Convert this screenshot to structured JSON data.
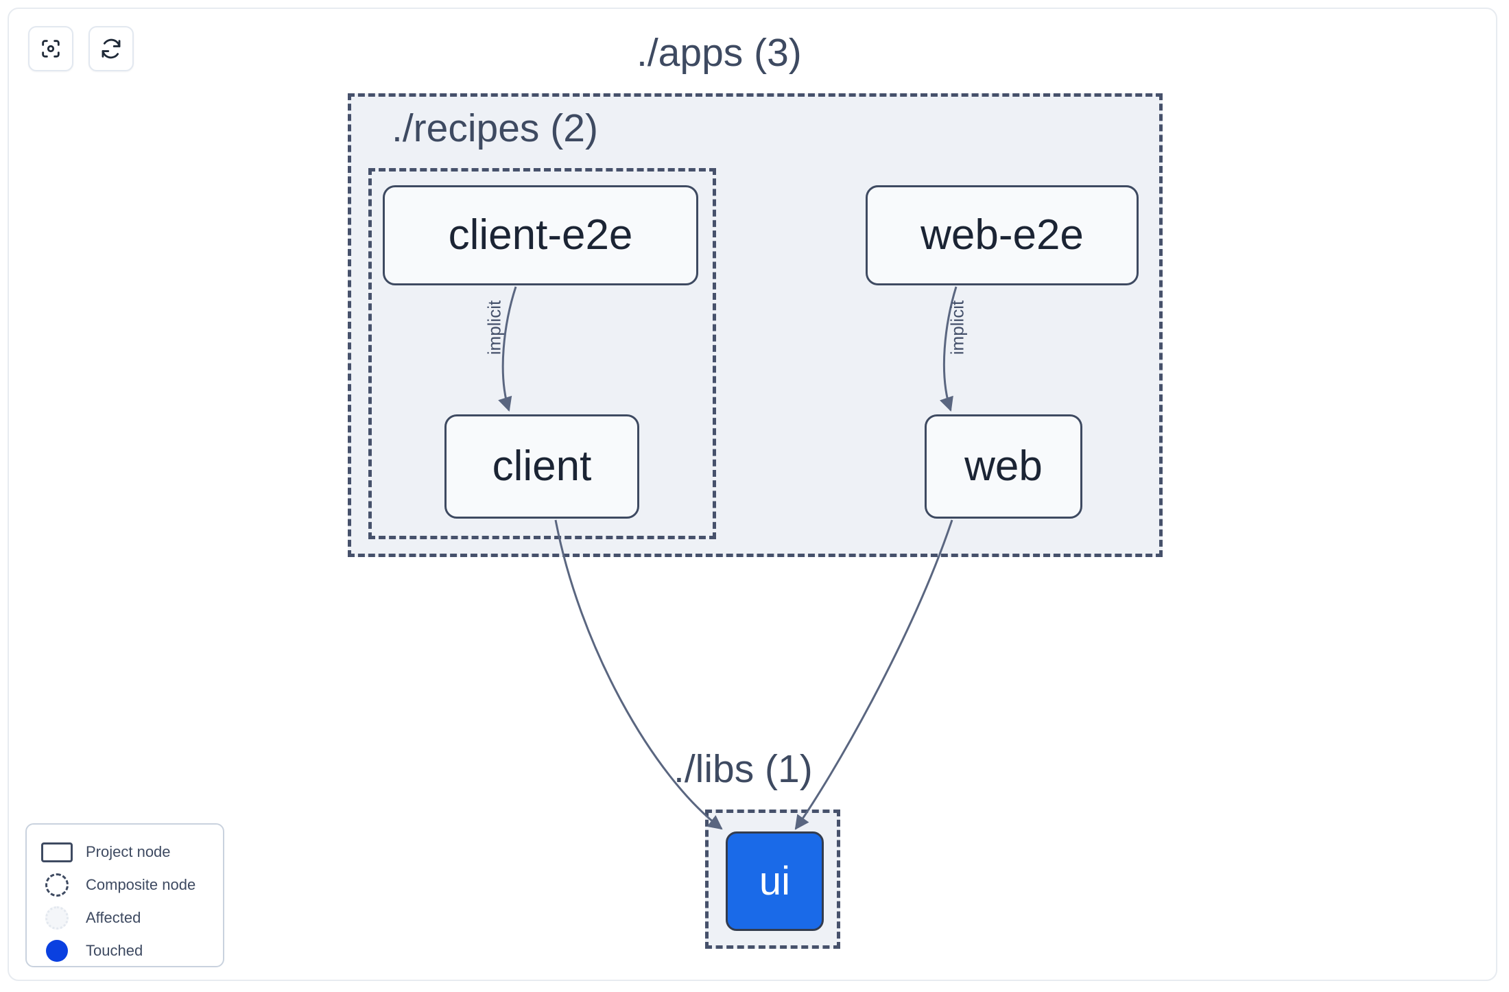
{
  "toolbar": {
    "buttons": [
      {
        "name": "focus-graph",
        "icon": "focus-target-icon",
        "label": ""
      },
      {
        "name": "refresh-graph",
        "icon": "refresh-icon",
        "label": ""
      }
    ]
  },
  "graph": {
    "groups": [
      {
        "id": "apps",
        "label": "./apps (3)",
        "count": 3,
        "type": "composite"
      },
      {
        "id": "recipes",
        "label": "./recipes (2)",
        "count": 2,
        "type": "composite",
        "parent": "apps"
      },
      {
        "id": "libs",
        "label": "./libs (1)",
        "count": 1,
        "type": "composite"
      }
    ],
    "nodes": [
      {
        "id": "client-e2e",
        "label": "client-e2e",
        "group": "recipes",
        "state": "normal"
      },
      {
        "id": "client",
        "label": "client",
        "group": "recipes",
        "state": "normal"
      },
      {
        "id": "web-e2e",
        "label": "web-e2e",
        "group": "apps",
        "state": "normal"
      },
      {
        "id": "web",
        "label": "web",
        "group": "apps",
        "state": "normal"
      },
      {
        "id": "ui",
        "label": "ui",
        "group": "libs",
        "state": "touched"
      }
    ],
    "edges": [
      {
        "from": "client-e2e",
        "to": "client",
        "label": "implicit"
      },
      {
        "from": "web-e2e",
        "to": "web",
        "label": "implicit"
      },
      {
        "from": "client",
        "to": "ui",
        "label": ""
      },
      {
        "from": "web",
        "to": "ui",
        "label": ""
      }
    ]
  },
  "legend": {
    "items": [
      {
        "swatch": "project-node-swatch",
        "label": "Project node"
      },
      {
        "swatch": "composite-node-swatch",
        "label": "Composite node"
      },
      {
        "swatch": "affected-swatch",
        "label": "Affected"
      },
      {
        "swatch": "touched-swatch",
        "label": "Touched"
      }
    ]
  },
  "colors": {
    "touched": "#0a40e0",
    "touched_node_fill": "#1a6ae8",
    "composite_fill": "#eef1f6",
    "composite_border": "#46516b",
    "node_fill": "#f8fafc",
    "node_border": "#3e4a61",
    "text": "#3e4a61",
    "edge": "#5a6680"
  }
}
